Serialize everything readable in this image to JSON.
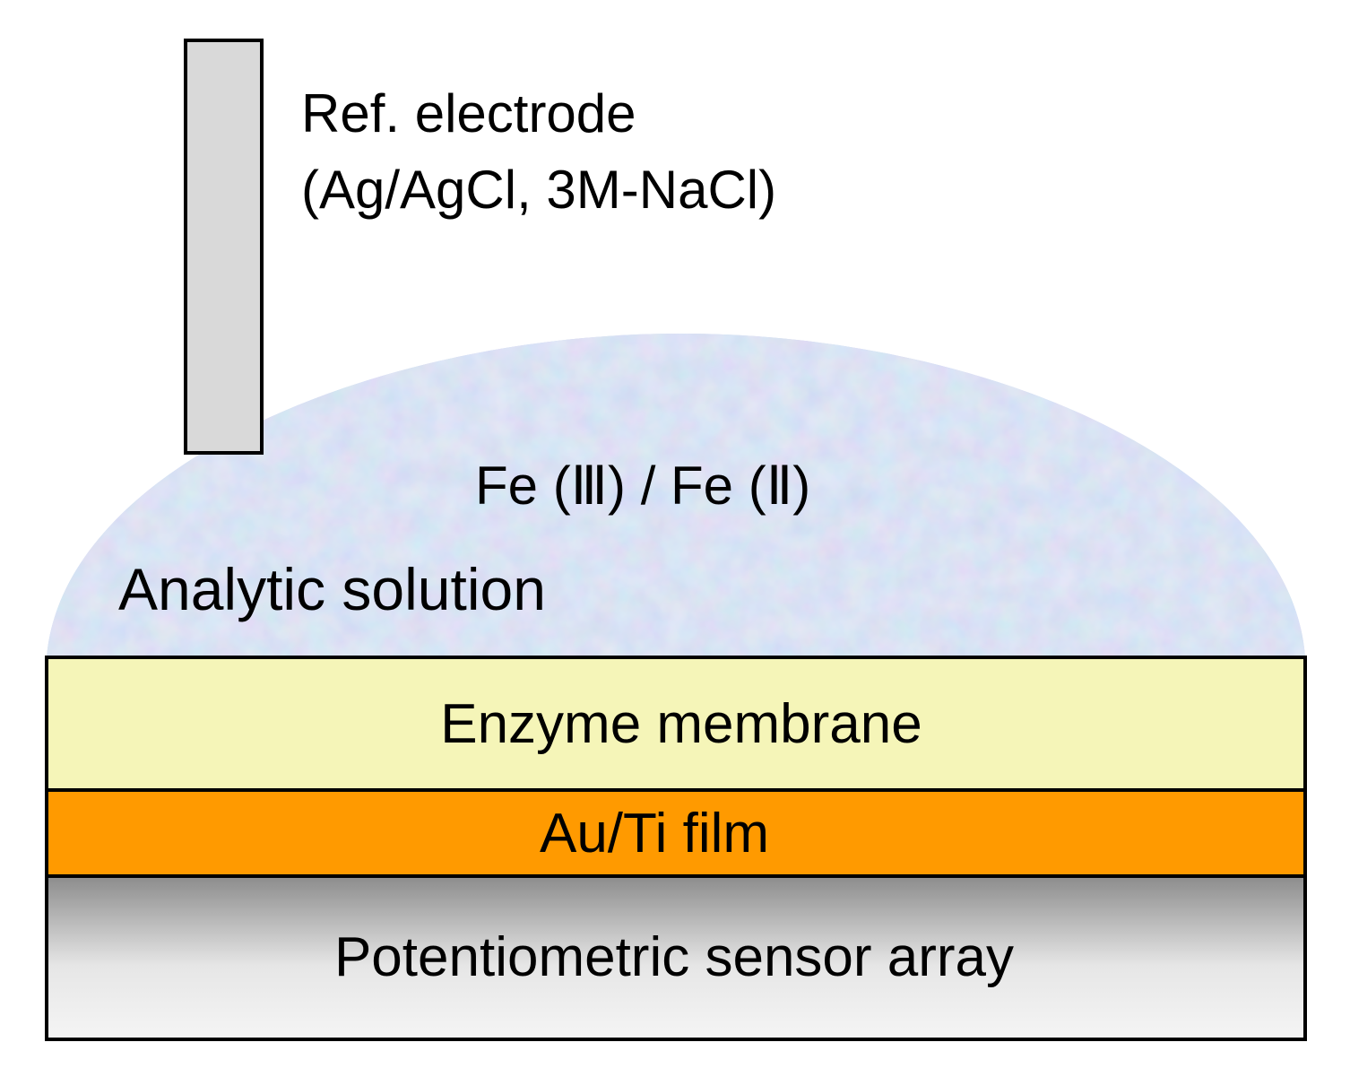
{
  "reference_electrode": {
    "line1": "Ref. electrode",
    "line2": "(Ag/AgCl, 3M-NaCl)",
    "color": "#d9d9d9"
  },
  "solution": {
    "redox_label": "Fe (Ⅲ) / Fe (Ⅱ)",
    "label": "Analytic solution",
    "colors": [
      "#b9c8ec",
      "#c8b9e6",
      "#aac3e8",
      "#d2c6ea"
    ]
  },
  "layers": {
    "enzyme_membrane": {
      "label": "Enzyme membrane",
      "color": "#f5f5b8"
    },
    "au_ti_film": {
      "label": "Au/Ti film",
      "color": "#ff9a00"
    },
    "sensor_array": {
      "label": "Potentiometric sensor array",
      "gradient": [
        "#8c8c8c",
        "#f2f2f2"
      ]
    }
  }
}
